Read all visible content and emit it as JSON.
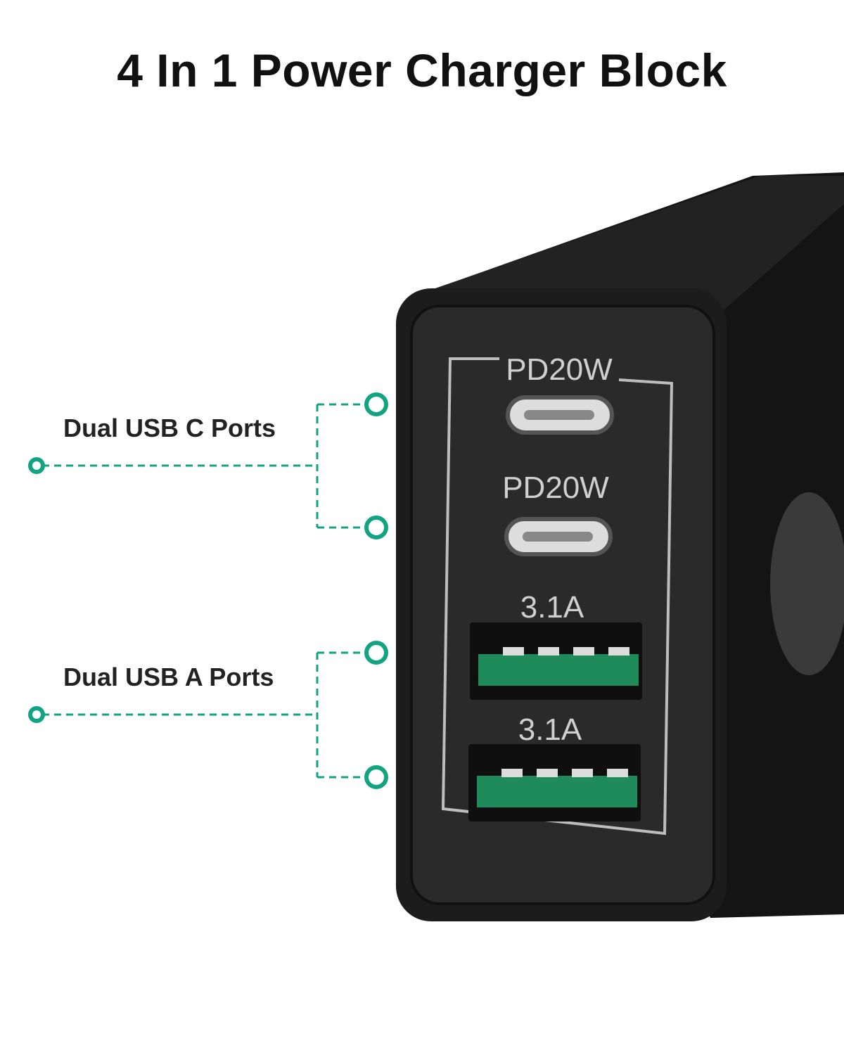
{
  "title": "4 In 1 Power Charger Block",
  "callouts": [
    {
      "label": "Dual USB C Ports"
    },
    {
      "label": "Dual USB A Ports"
    }
  ],
  "ports": [
    {
      "type": "usb-c",
      "rating": "PD20W"
    },
    {
      "type": "usb-c",
      "rating": "PD20W"
    },
    {
      "type": "usb-a",
      "rating": "3.1A"
    },
    {
      "type": "usb-a",
      "rating": "3.1A"
    }
  ],
  "colors": {
    "accent": "#12a383",
    "body": "#1a1a1a",
    "usb_a_insert": "#1f8a5a"
  }
}
